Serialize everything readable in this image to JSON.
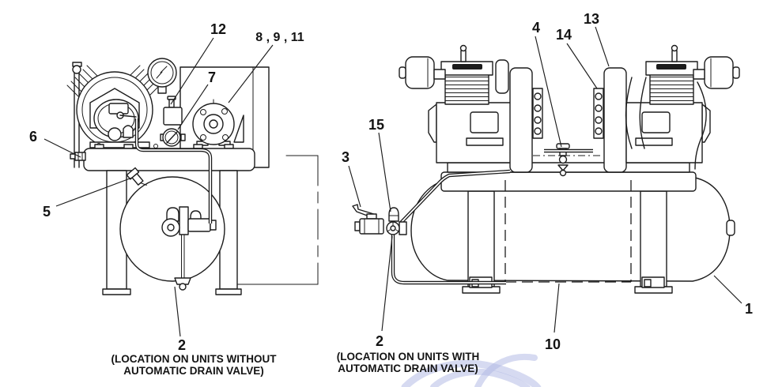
{
  "colors": {
    "ink": "#1c1c1c",
    "paper": "#ffffff",
    "watermark": "#adb5e3"
  },
  "callouts": {
    "c1": {
      "label": "1"
    },
    "c2_left": {
      "label": "2"
    },
    "c2_right": {
      "label": "2"
    },
    "c3": {
      "label": "3"
    },
    "c4": {
      "label": "4"
    },
    "c5": {
      "label": "5"
    },
    "c6": {
      "label": "6"
    },
    "c7": {
      "label": "7"
    },
    "c8_9_11": {
      "label": "8 , 9 , 11"
    },
    "c10": {
      "label": "10"
    },
    "c12": {
      "label": "12"
    },
    "c13": {
      "label": "13"
    },
    "c14": {
      "label": "14"
    },
    "c15": {
      "label": "15"
    }
  },
  "captions": {
    "left": {
      "line1": "(LOCATION ON UNITS WITHOUT",
      "line2": "AUTOMATIC DRAIN VALVE)"
    },
    "right": {
      "line1": "(LOCATION ON UNITS WITH",
      "line2": "AUTOMATIC DRAIN VALVE)"
    }
  }
}
